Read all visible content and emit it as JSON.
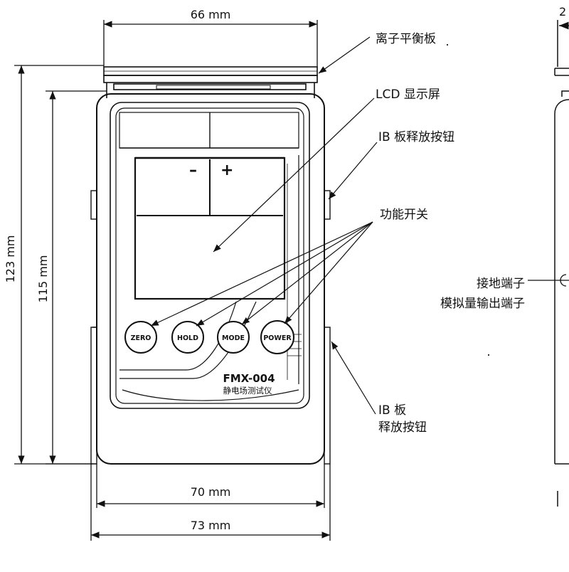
{
  "dimensions": {
    "top_width": "66 mm",
    "height_outer": "123 mm",
    "height_inner": "115 mm",
    "bottom_width_inner": "70 mm",
    "bottom_width_outer": "73 mm",
    "side_partial": "2"
  },
  "device": {
    "model": "FMX-004",
    "model_sub": "静电场测试仪",
    "minus": "–",
    "plus": "+",
    "buttons": [
      "ZERO",
      "HOLD",
      "MODE",
      "POWER"
    ]
  },
  "callouts": {
    "ion_plate": "离子平衡板",
    "lcd": "LCD 显示屏",
    "ib_release": "IB 板释放按钮",
    "function_switch": "功能开关",
    "ground_terminal": "接地端子",
    "analog_output": "模拟量输出端子",
    "ib_plate_line1": "IB 板",
    "ib_plate_line2": "释放按钮"
  }
}
